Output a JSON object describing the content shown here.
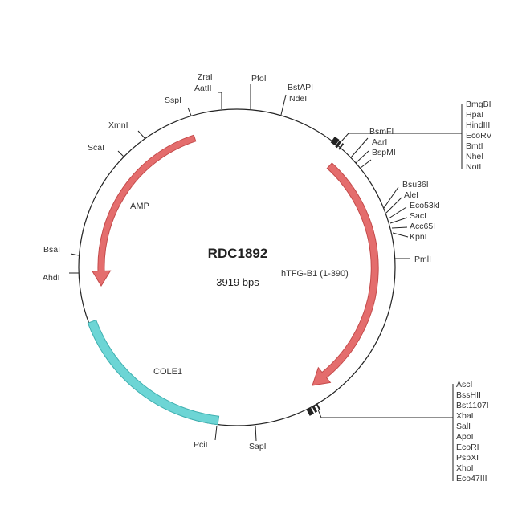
{
  "plasmid": {
    "name": "RDC1892",
    "size_label": "3919 bps"
  },
  "features": [
    {
      "id": "amp",
      "label": "AMP"
    },
    {
      "id": "htfg",
      "label": "hTFG-B1 (1-390)"
    },
    {
      "id": "cole1",
      "label": "COLE1"
    }
  ],
  "sites": [
    {
      "id": "zrai",
      "label": "ZraI"
    },
    {
      "id": "aatii",
      "label": "AatII"
    },
    {
      "id": "pfoi",
      "label": "PfoI"
    },
    {
      "id": "bstapi",
      "label": "BstAPI"
    },
    {
      "id": "ndei",
      "label": "NdeI"
    },
    {
      "id": "sspi",
      "label": "SspI"
    },
    {
      "id": "xmni",
      "label": "XmnI"
    },
    {
      "id": "scai",
      "label": "ScaI"
    },
    {
      "id": "bsai",
      "label": "BsaI"
    },
    {
      "id": "ahdi",
      "label": "AhdI"
    },
    {
      "id": "bsmfi",
      "label": "BsmFI"
    },
    {
      "id": "aari",
      "label": "AarI"
    },
    {
      "id": "bspmi",
      "label": "BspMI"
    },
    {
      "id": "bsu36i",
      "label": "Bsu36I"
    },
    {
      "id": "alei",
      "label": "AleI"
    },
    {
      "id": "eco53ki",
      "label": "Eco53kI"
    },
    {
      "id": "saci",
      "label": "SacI"
    },
    {
      "id": "acc65i",
      "label": "Acc65I"
    },
    {
      "id": "kpni",
      "label": "KpnI"
    },
    {
      "id": "pmli",
      "label": "PmlI"
    },
    {
      "id": "pcii",
      "label": "PciI"
    },
    {
      "id": "sapi",
      "label": "SapI"
    }
  ],
  "mcs_top": [
    "BmgBI",
    "HpaI",
    "HindIII",
    "EcoRV",
    "BmtI",
    "NheI",
    "NotI"
  ],
  "mcs_bottom": [
    "AscI",
    "BssHII",
    "Bst1107I",
    "XbaI",
    "SalI",
    "ApoI",
    "EcoRI",
    "PspXI",
    "XhoI",
    "Eco47III"
  ],
  "colors": {
    "backbone": "#222222",
    "orf_arrow": "#e46d6d",
    "orf_arrow_stroke": "#c44a4a",
    "ori_segment": "#6dd5d5",
    "ori_segment_stroke": "#3fb0b0"
  }
}
